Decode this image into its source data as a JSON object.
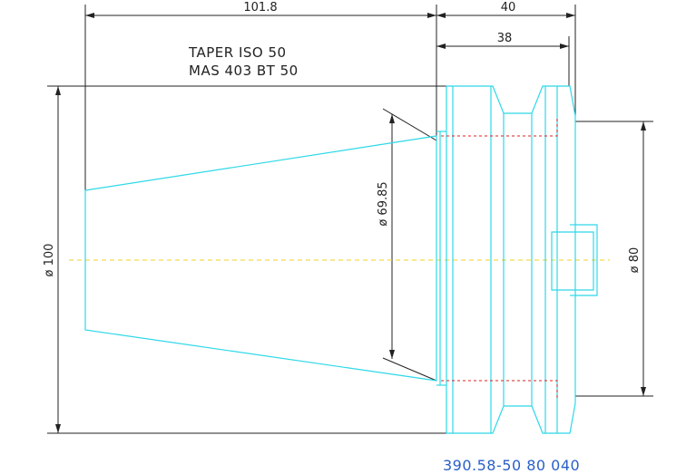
{
  "dimensions": {
    "length_overall": "101.8",
    "flange_width": "40",
    "flange_inner": "38",
    "diameter_flange": "ø 100",
    "diameter_taper": "ø 69.85",
    "diameter_shank": "ø 80"
  },
  "notes": {
    "taper_line1": "TAPER ISO 50",
    "taper_line2": "MAS 403 BT 50"
  },
  "part_number": "390.58-50 80 040",
  "colors": {
    "outline": "#2ed8e8",
    "hidden_lines": "#e02020",
    "center_line": "#f0d020",
    "dimension": "#222222",
    "part_number": "#2a5fc9"
  }
}
